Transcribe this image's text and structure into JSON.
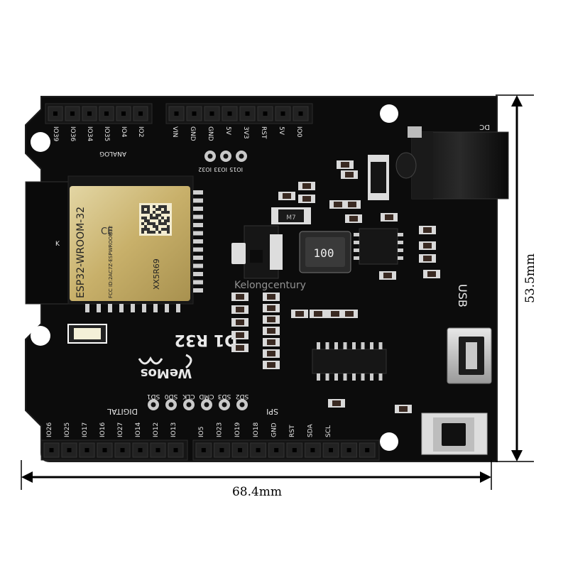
{
  "dimensions": {
    "width": "68.4mm",
    "height": "53.5mm"
  },
  "board": {
    "brand": "WeMos",
    "model_silk": "D1 R32",
    "usb_label": "USB",
    "dc_label": "DC",
    "watermark": "Kelongcentury",
    "inductor_code": "100",
    "regulator_code": "M7",
    "header_labels": {
      "digital": "DIGITAL",
      "spi": "SPI",
      "analog": "ANALOG"
    },
    "top_left_pins": [
      "IO39",
      "IO36",
      "IO34",
      "IO35",
      "IO4",
      "IO2"
    ],
    "power_pins": [
      "VIN",
      "GND",
      "GND",
      "5V",
      "3V3",
      "RST",
      "5V",
      "IO0"
    ],
    "pad_pins": [
      "IO15",
      "IO33",
      "IO32"
    ],
    "spi_pins": [
      "SD1",
      "SD0",
      "CLK",
      "CMD",
      "SD3",
      "SD2"
    ],
    "bottom_pins": [
      "IO26",
      "IO25",
      "IO17",
      "IO16",
      "IO27",
      "IO14",
      "IO12",
      "IO13",
      "IO5",
      "IO23",
      "IO19",
      "IO18",
      "GND",
      "RST",
      "SDA",
      "SCL"
    ]
  },
  "module": {
    "name": "ESP32-WROOM-32",
    "fcc": "FCC ID:2AC7Z-ESPWROOM32",
    "code": "XX5R69",
    "k_label": "K"
  },
  "colors": {
    "pcb": "#0c0c0c",
    "silk": "#e9e9e9",
    "shield": "#c9b36d",
    "dimension": "#000000"
  },
  "icons": [
    "wemos-logo-icon",
    "wifi-signal-icon",
    "ce-mark-icon"
  ]
}
